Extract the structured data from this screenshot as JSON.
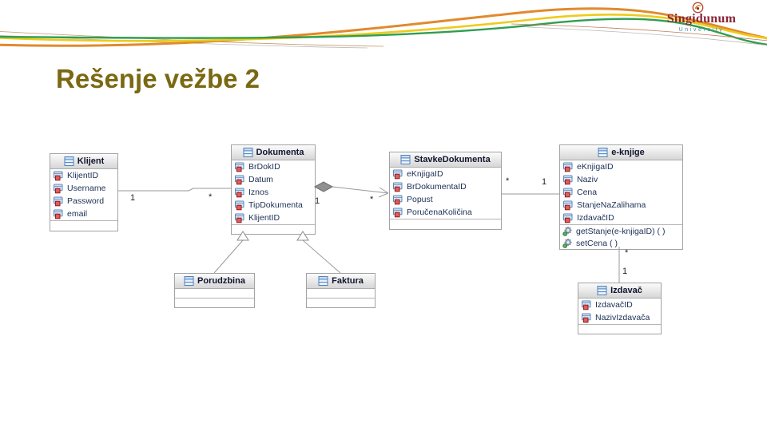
{
  "slide": {
    "title": "Rešenje vežbe 2",
    "logo": {
      "name": "Singidunum",
      "subtitle": "University"
    }
  },
  "diagram": {
    "classes": [
      {
        "name": "Klijent",
        "attributes": [
          "KlijentID",
          "Username",
          "Password",
          "email"
        ],
        "methods": []
      },
      {
        "name": "Dokumenta",
        "attributes": [
          "BrDokID",
          "Datum",
          "Iznos",
          "TipDokumenta",
          "KlijentID"
        ],
        "methods": []
      },
      {
        "name": "StavkeDokumenta",
        "attributes": [
          "eKnjigaID",
          "BrDokumentaID",
          "Popust",
          "PoručenaKoličina"
        ],
        "methods": []
      },
      {
        "name": "e-knjige",
        "attributes": [
          "eKnjigaID",
          "Naziv",
          "Cena",
          "StanjeNaZalihama",
          "IzdavačID"
        ],
        "methods": [
          "getStanje(e-knjigaID) ( )",
          "setCena ( )"
        ]
      },
      {
        "name": "Porudzbina",
        "attributes": [],
        "methods": []
      },
      {
        "name": "Faktura",
        "attributes": [],
        "methods": []
      },
      {
        "name": "Izdavač",
        "attributes": [
          "IzdavačID",
          "NazivIzdavača"
        ],
        "methods": []
      }
    ],
    "relationships": [
      {
        "from": "Klijent",
        "to": "Dokumenta",
        "type": "association",
        "from_multiplicity": "1",
        "to_multiplicity": "*"
      },
      {
        "from": "Dokumenta",
        "to": "StavkeDokumenta",
        "type": "aggregation-arrow",
        "from_multiplicity": "1",
        "to_multiplicity": "*"
      },
      {
        "from": "StavkeDokumenta",
        "to": "e-knjige",
        "type": "association",
        "from_multiplicity": "*",
        "to_multiplicity": "1"
      },
      {
        "from": "e-knjige",
        "to": "Izdavač",
        "type": "association",
        "from_multiplicity": "*",
        "to_multiplicity": "1"
      },
      {
        "from": "Porudzbina",
        "to": "Dokumenta",
        "type": "generalization"
      },
      {
        "from": "Faktura",
        "to": "Dokumenta",
        "type": "generalization"
      }
    ],
    "colors": {
      "connector": "#9a9a9a",
      "header_text": "#10142e",
      "attribute_text": "#1c2f55",
      "attribute_icon_red": "#e25d5d",
      "icon_blue": "#5b87b8",
      "method_gear_green": "#55b35c"
    }
  },
  "theme": {
    "title_color": "#7a6812",
    "wave_orange": "#e08a2e",
    "wave_yellow": "#eecb1d",
    "wave_green": "#2f9e50",
    "logo_red": "#8b2637"
  }
}
